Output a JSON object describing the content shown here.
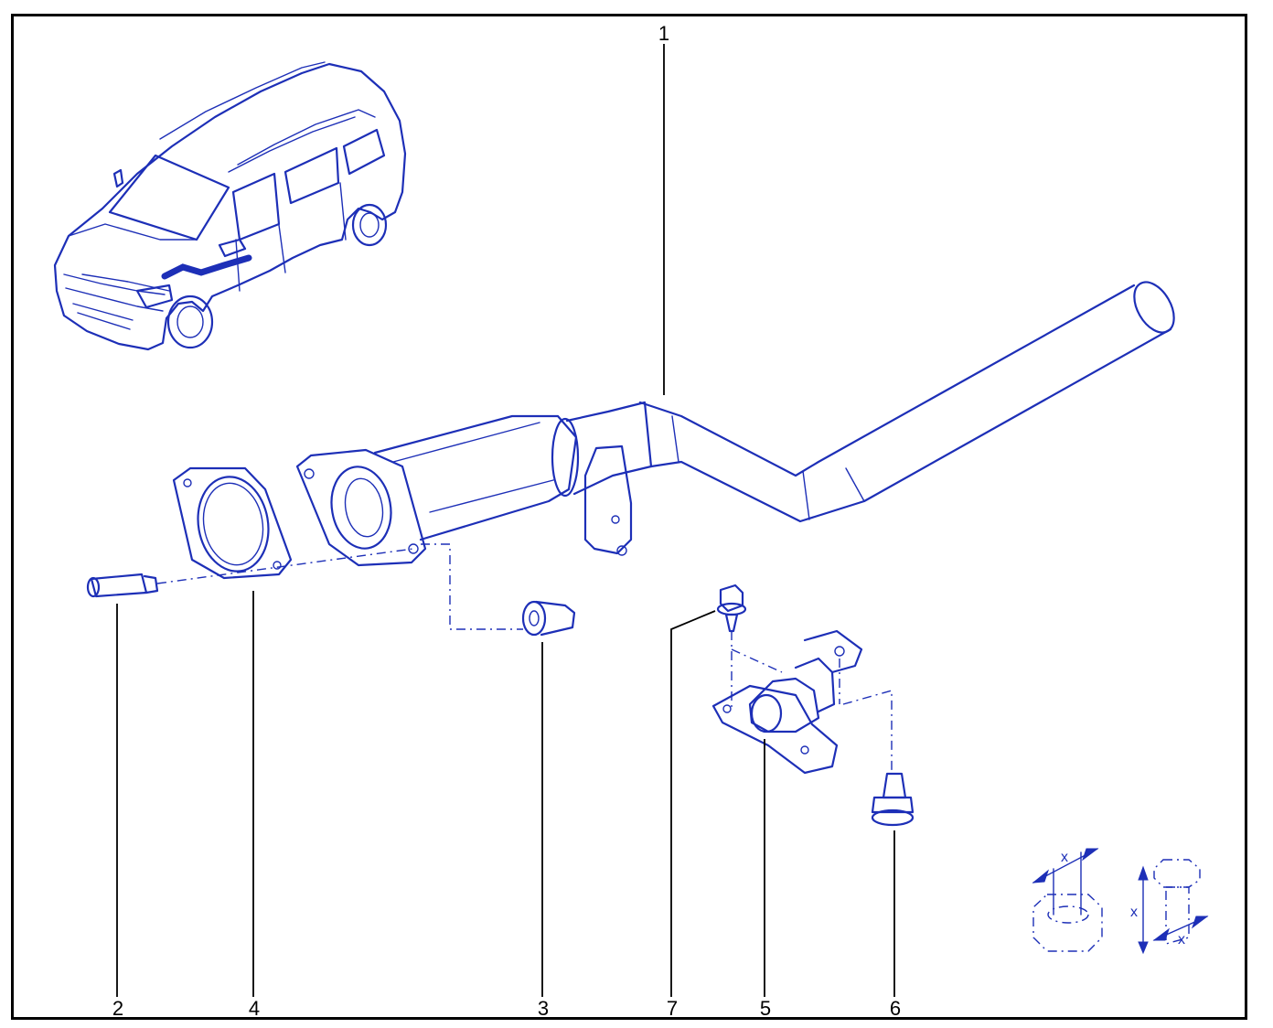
{
  "callouts": {
    "c1": "1",
    "c2": "2",
    "c3": "3",
    "c4": "4",
    "c5": "5",
    "c6": "6",
    "c7": "7"
  },
  "legend": {
    "x_nut": "x",
    "x_bolt_height": "x",
    "x_bolt_diameter": "x"
  },
  "colors": {
    "ink": "#1d2fb7",
    "border": "#000000"
  }
}
